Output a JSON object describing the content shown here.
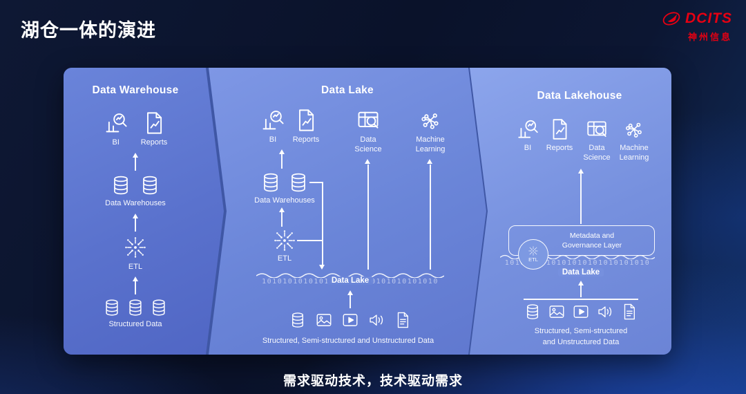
{
  "header": {
    "title": "湖仓一体的演进"
  },
  "logo": {
    "brand": "DCITS",
    "company": "神州信息"
  },
  "footer": {
    "caption": "需求驱动技术，技术驱动需求"
  },
  "diagram": {
    "warehouse": {
      "title": "Data Warehouse",
      "bi": "BI",
      "reports": "Reports",
      "warehouses": "Data Warehouses",
      "etl": "ETL",
      "structured": "Structured Data"
    },
    "lake": {
      "title": "Data Lake",
      "bi": "BI",
      "reports": "Reports",
      "data_science": "Data Science",
      "machine_learning": "Machine Learning",
      "warehouses": "Data Warehouses",
      "etl": "ETL",
      "binary": "1010101010101010101010101010101010",
      "lake_label": "Data Lake",
      "bottom": "Structured, Semi-structured and Unstructured Data"
    },
    "lakehouse": {
      "title": "Data Lakehouse",
      "bi": "BI",
      "reports": "Reports",
      "data_science": "Data Science",
      "machine_learning": "Machine Learning",
      "metadata_line1": "Metadata and",
      "metadata_line2": "Governance Layer",
      "etl": "ETL",
      "binary": "1010101010101010101010101010",
      "lake_label": "Data Lake",
      "bottom_line1": "Structured, Semi-structured",
      "bottom_line2": "and Unstructured Data"
    }
  }
}
